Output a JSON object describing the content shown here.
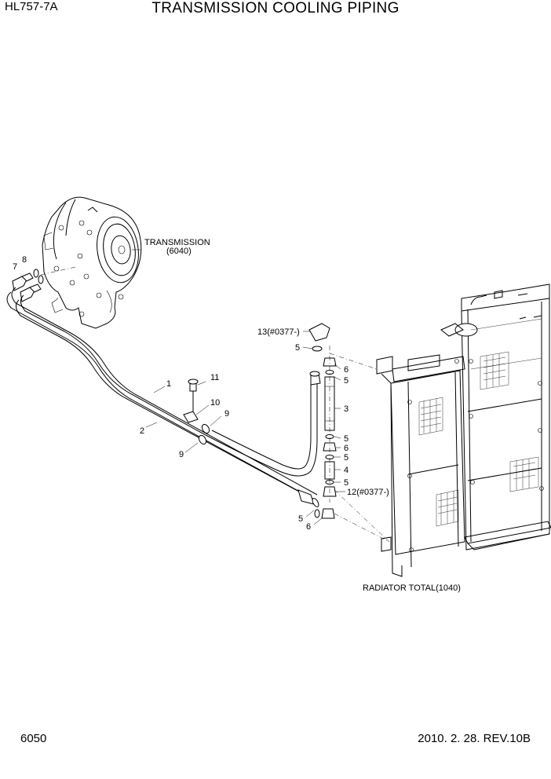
{
  "header": {
    "model": "HL757-7A",
    "title": "TRANSMISSION COOLING PIPING"
  },
  "footer": {
    "page_number": "6050",
    "revision": "2010. 2. 28. REV.10B"
  },
  "assemblies": {
    "transmission_name": "TRANSMISSION",
    "transmission_ref": "(6040)",
    "radiator": "RADIATOR TOTAL(1040)"
  },
  "callouts": {
    "c1": "1",
    "c2": "2",
    "c3": "3",
    "c4": "4",
    "c5a": "5",
    "c5b": "5",
    "c5c": "5",
    "c5d": "5",
    "c5e": "5",
    "c5f": "5",
    "c6a": "6",
    "c6b": "6",
    "c6c": "6",
    "c7": "7",
    "c8": "8",
    "c9a": "9",
    "c9b": "9",
    "c10": "10",
    "c11": "11",
    "c12": "12(#0377-)",
    "c13": "13(#0377-)"
  }
}
